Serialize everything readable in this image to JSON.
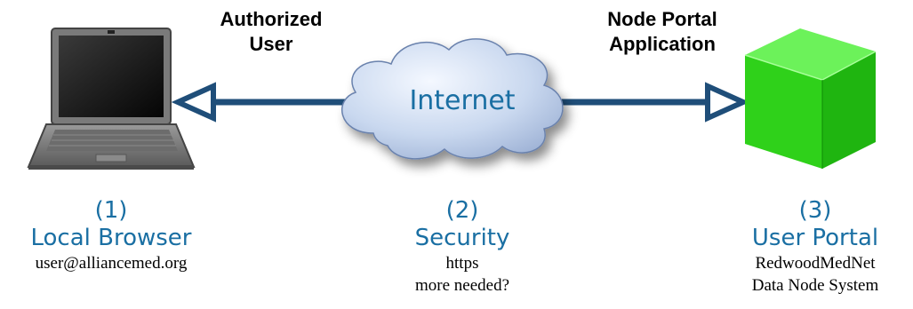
{
  "arrows": {
    "left_label_line1": "Authorized",
    "left_label_line2": "User",
    "right_label_line1": "Node Portal",
    "right_label_line2": "Application"
  },
  "cloud": {
    "label": "Internet"
  },
  "nodes": [
    {
      "number": "(1)",
      "title": "Local Browser",
      "lines": [
        "user@alliancemed.org"
      ]
    },
    {
      "number": "(2)",
      "title": "Security",
      "lines": [
        "https",
        "more needed?"
      ]
    },
    {
      "number": "(3)",
      "title": "User Portal",
      "lines": [
        "RedwoodMedNet",
        "Data Node System"
      ]
    }
  ],
  "colors": {
    "arrow": "#1f4e79",
    "caption_blue": "#1a6fa3",
    "cube_green": "#2fd11a"
  },
  "icons": [
    "laptop-icon",
    "cloud-icon",
    "cube-icon"
  ]
}
